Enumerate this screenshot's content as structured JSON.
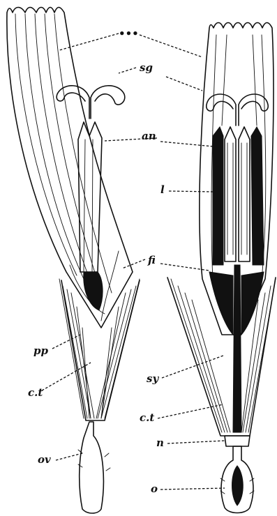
{
  "figure": {
    "labels": {
      "corolla_mark": "•••",
      "sg": "sg",
      "an": "an",
      "l": "l",
      "fi": "fi",
      "pp": "pp",
      "ct_left": "c.t",
      "sy": "sy",
      "ct_right": "c.t",
      "n": "n",
      "ov": "ov",
      "o": "o"
    }
  }
}
